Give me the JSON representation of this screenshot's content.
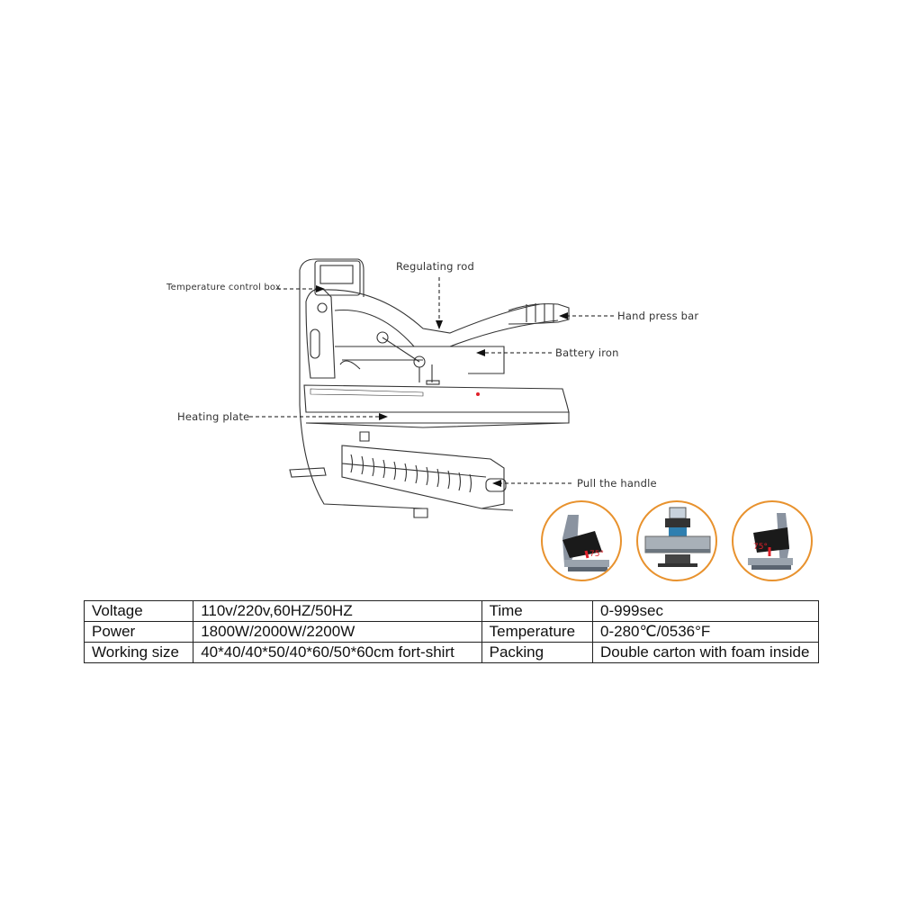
{
  "diagram": {
    "labels": {
      "temperature_control_box": "Temperature control box",
      "regulating_rod": "Regulating rod",
      "hand_press_bar": "Hand press bar",
      "battery_iron": "Battery iron",
      "heating_plate": "Heating plate",
      "pull_the_handle": "Pull the handle"
    },
    "thumbnails": [
      {
        "name": "open-left-view",
        "angle_label": "75°"
      },
      {
        "name": "front-view",
        "angle_label": ""
      },
      {
        "name": "open-right-view",
        "angle_label": "75°"
      }
    ],
    "colors": {
      "thumb_border": "#e8922e",
      "angle_red": "#e0202a",
      "line": "#333333"
    }
  },
  "specs": {
    "rows": [
      {
        "label1": "Voltage",
        "value1": "110v/220v,60HZ/50HZ",
        "label2": "Time",
        "value2": "0-999sec"
      },
      {
        "label1": "Power",
        "value1": "1800W/2000W/2200W",
        "label2": "Temperature",
        "value2": "0-280℃/0536°F"
      },
      {
        "label1": "Working size",
        "value1": "40*40/40*50/40*60/50*60cm fort-shirt",
        "label2": "Packing",
        "value2": "Double carton with foam inside"
      }
    ]
  }
}
